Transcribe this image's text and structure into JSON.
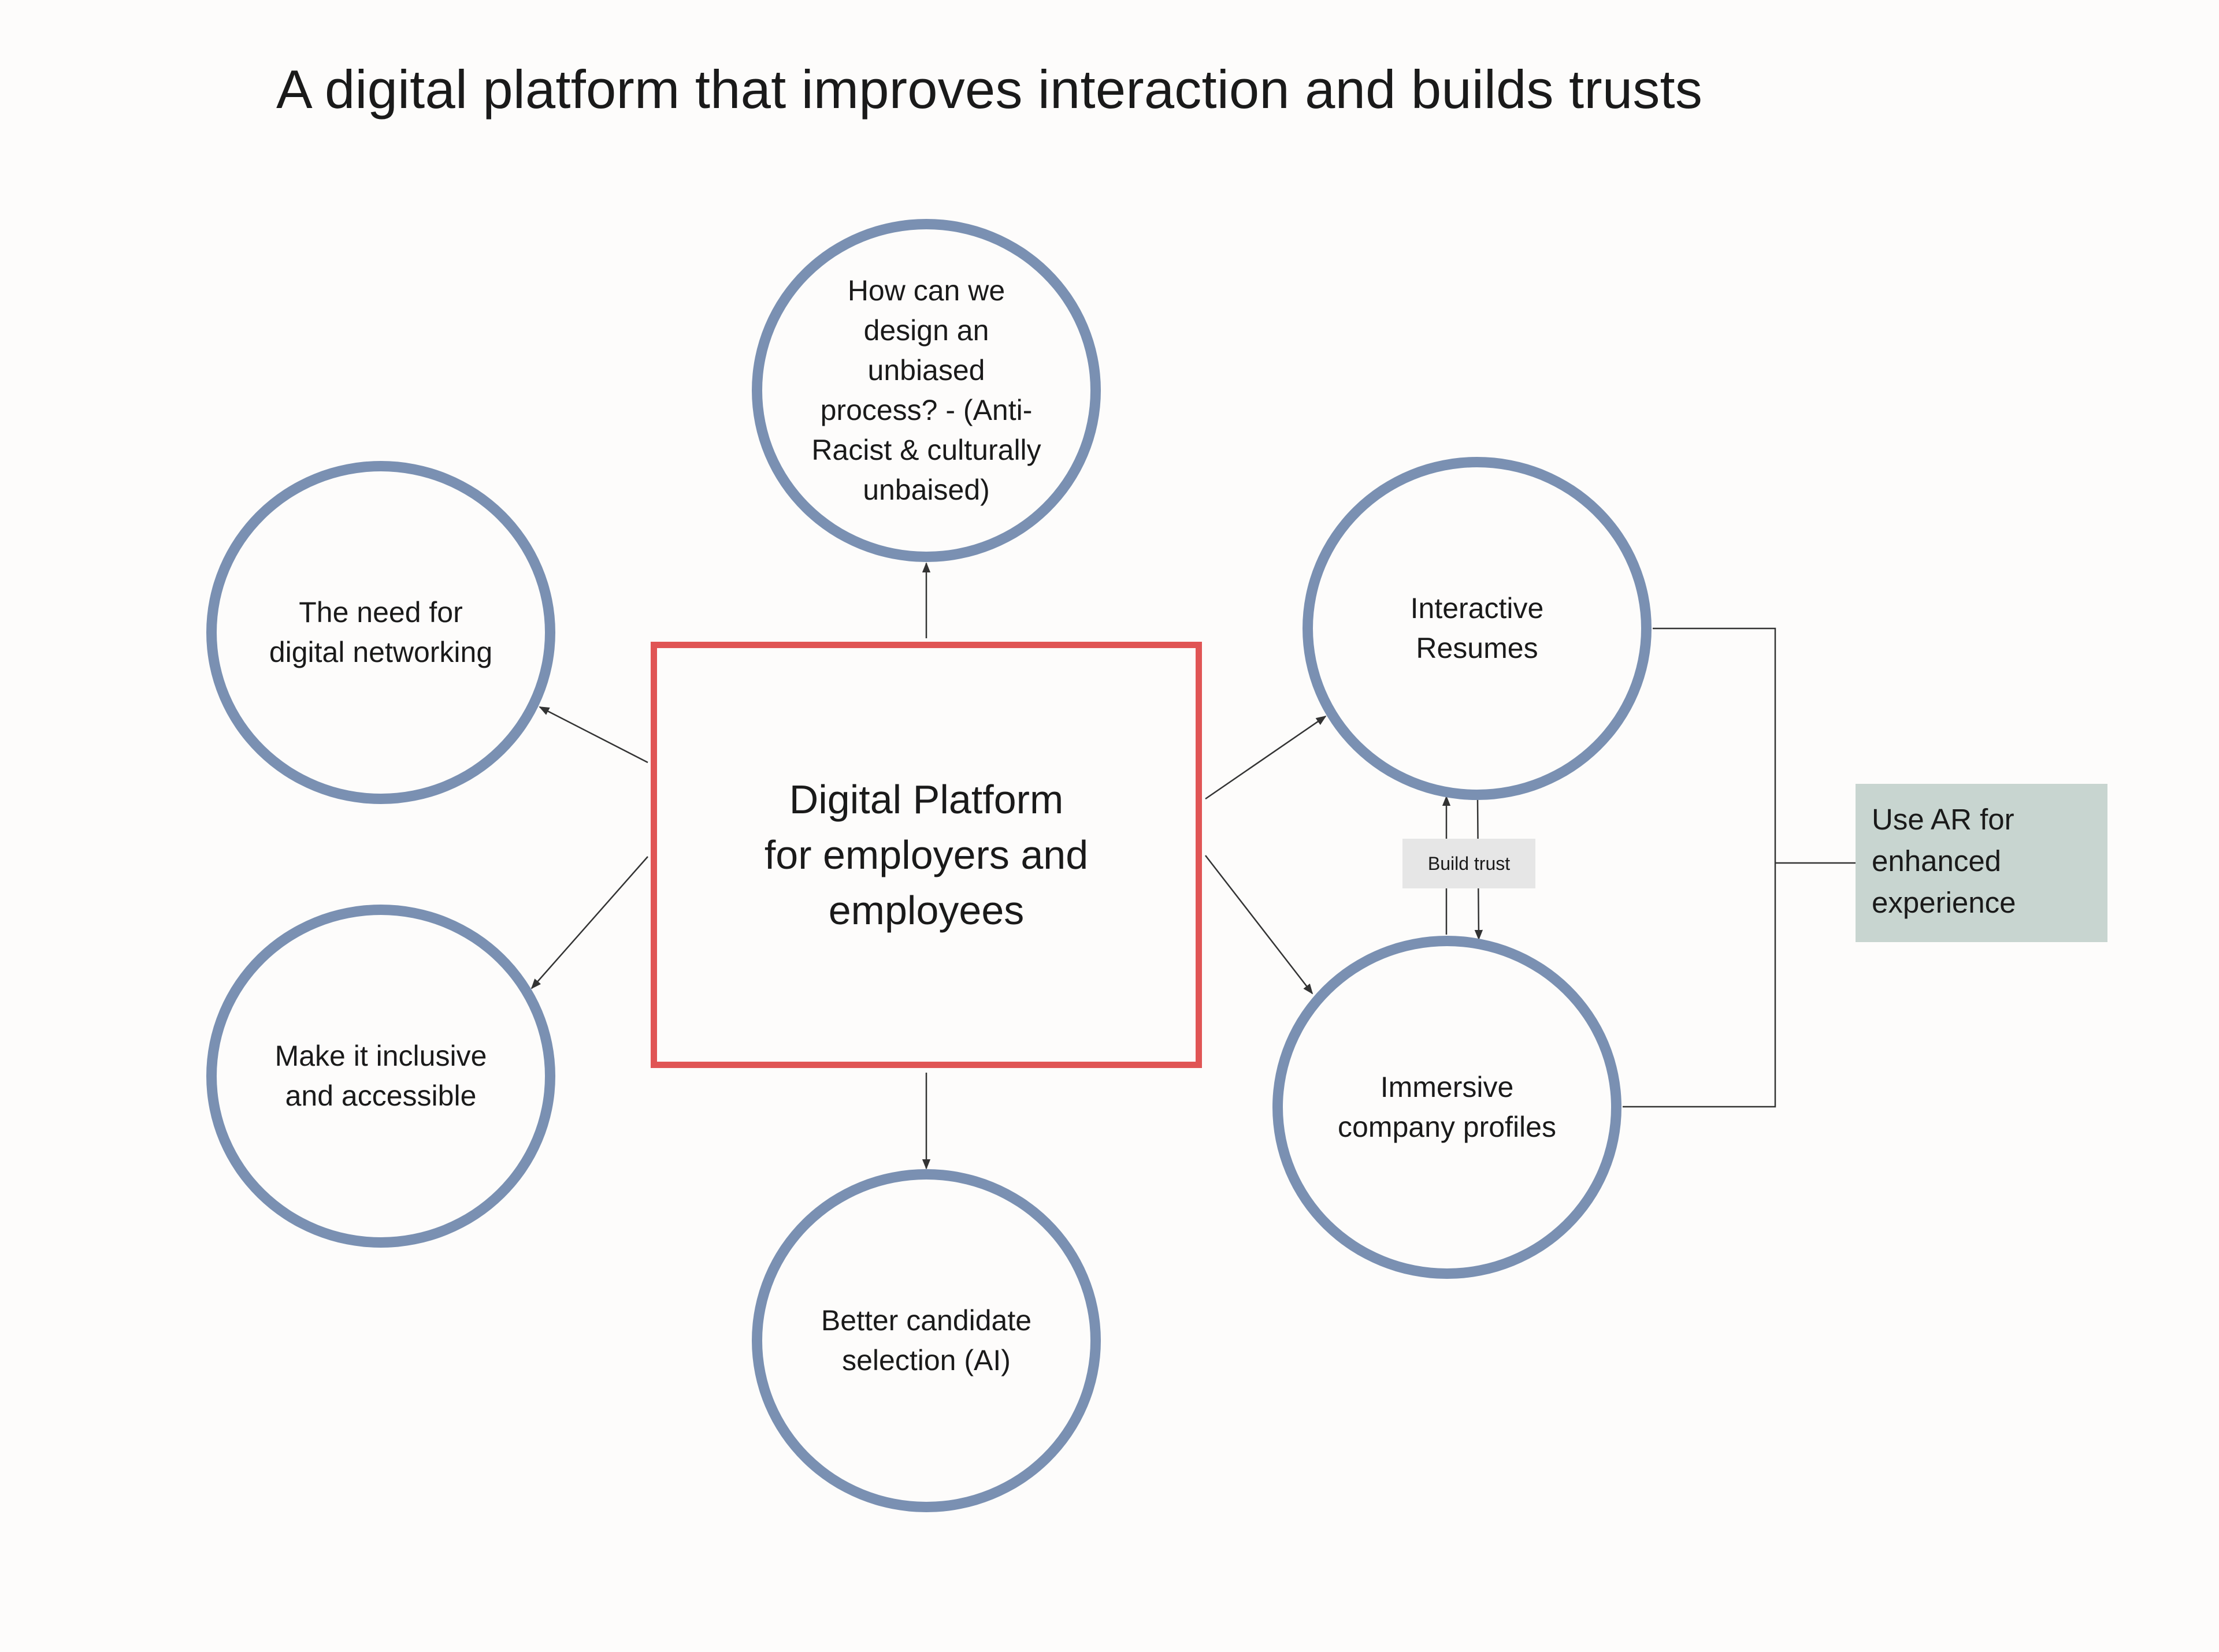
{
  "title": "A digital platform that improves interaction and builds trusts",
  "center": {
    "label_lines": [
      "Digital Platform",
      "for employers and",
      "employees"
    ]
  },
  "nodes": {
    "unbiased": {
      "label_lines": [
        "How can we",
        "design an",
        "unbiased",
        "process? - (Anti-",
        "Racist & culturally",
        "unbaised)"
      ]
    },
    "networking": {
      "label_lines": [
        "The need for",
        "digital networking"
      ]
    },
    "inclusive": {
      "label_lines": [
        "Make it inclusive",
        "and accessible"
      ]
    },
    "selection": {
      "label_lines": [
        "Better candidate",
        "selection (AI)"
      ]
    },
    "resumes": {
      "label_lines": [
        "Interactive",
        "Resumes"
      ]
    },
    "profiles": {
      "label_lines": [
        "Immersive",
        "company profiles"
      ]
    }
  },
  "trust_label": "Build trust",
  "ar_box": {
    "label_lines": [
      "Use AR for",
      "enhanced",
      "experience"
    ]
  },
  "colors": {
    "circle_stroke": "#7a90b2",
    "center_stroke": "#e05555",
    "ar_fill": "#c8d5d0",
    "trust_fill": "#e6e6e6",
    "connector": "#333333"
  }
}
